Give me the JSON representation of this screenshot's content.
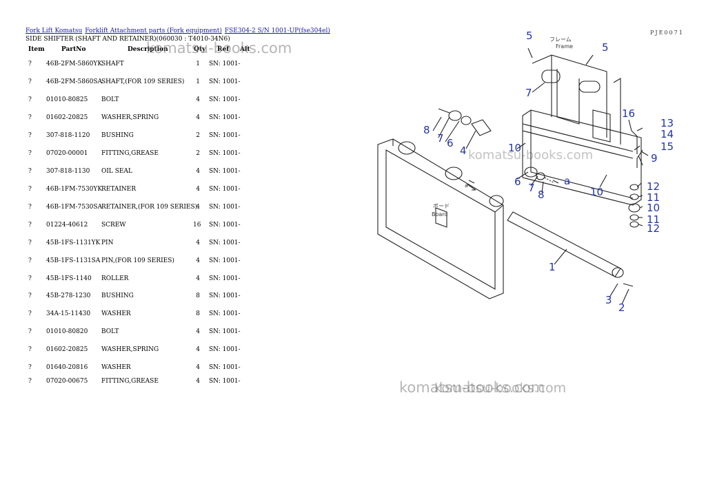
{
  "breadcrumb": {
    "link1": "Fork Lift Komatsu",
    "link2": "Forklift Attachment parts (Fork equipment)",
    "link3": "FSE304-2 S/N 1001-UP(fse304el)"
  },
  "page_title": "SIDE SHIFTER (SHAFT AND RETAINER)(060030 : T4010-34N6)",
  "table": {
    "headers": {
      "item": "Item",
      "partno": "PartNo",
      "desc": "Description",
      "qty": "Qty",
      "ref": "Ref",
      "alt": "Alt"
    },
    "rows": [
      {
        "item": "?",
        "partno": "46B-2FM-5860YK",
        "desc": "SHAFT",
        "qty": "1",
        "ref": "SN: 1001-"
      },
      {
        "item": "?",
        "partno": "46B-2FM-5860SA",
        "desc": "SHAFT,(FOR 109 SERIES)",
        "qty": "1",
        "ref": "SN: 1001-"
      },
      {
        "item": "?",
        "partno": "01010-80825",
        "desc": "BOLT",
        "qty": "4",
        "ref": "SN: 1001-"
      },
      {
        "item": "?",
        "partno": "01602-20825",
        "desc": "WASHER,SPRING",
        "qty": "4",
        "ref": "SN: 1001-"
      },
      {
        "item": "?",
        "partno": "307-818-1120",
        "desc": "BUSHING",
        "qty": "2",
        "ref": "SN: 1001-"
      },
      {
        "item": "?",
        "partno": "07020-00001",
        "desc": "FITTING,GREASE",
        "qty": "2",
        "ref": "SN: 1001-"
      },
      {
        "item": "?",
        "partno": "307-818-1130",
        "desc": "OIL SEAL",
        "qty": "4",
        "ref": "SN: 1001-"
      },
      {
        "item": "?",
        "partno": "46B-1FM-7530YK",
        "desc": "RETAINER",
        "qty": "4",
        "ref": "SN: 1001-"
      },
      {
        "item": "?",
        "partno": "46B-1FM-7530SA",
        "desc": "RETAINER,(FOR 109 SERIES)",
        "qty": "4",
        "ref": "SN: 1001-"
      },
      {
        "item": "?",
        "partno": "01224-40612",
        "desc": "SCREW",
        "qty": "16",
        "ref": "SN: 1001-"
      },
      {
        "item": "?",
        "partno": "45B-1FS-1131YK",
        "desc": "PIN",
        "qty": "4",
        "ref": "SN: 1001-"
      },
      {
        "item": "?",
        "partno": "45B-1FS-1131SA",
        "desc": "PIN,(FOR 109 SERIES)",
        "qty": "4",
        "ref": "SN: 1001-"
      },
      {
        "item": "?",
        "partno": "45B-1FS-1140",
        "desc": "ROLLER",
        "qty": "4",
        "ref": "SN: 1001-"
      },
      {
        "item": "?",
        "partno": "45B-278-1230",
        "desc": "BUSHING",
        "qty": "8",
        "ref": "SN: 1001-"
      },
      {
        "item": "?",
        "partno": "34A-15-11430",
        "desc": "WASHER",
        "qty": "8",
        "ref": "SN: 1001-"
      },
      {
        "item": "?",
        "partno": "01010-80820",
        "desc": "BOLT",
        "qty": "4",
        "ref": "SN: 1001-"
      },
      {
        "item": "?",
        "partno": "01602-20825",
        "desc": "WASHER,SPRING",
        "qty": "4",
        "ref": "SN: 1001-"
      },
      {
        "item": "?",
        "partno": "01640-20816",
        "desc": "WASHER",
        "qty": "4",
        "ref": "SN: 1001-"
      },
      {
        "item": "?",
        "partno": "07020-00675",
        "desc": "FITTING,GREASE",
        "qty": "4",
        "ref": "SN: 1001-"
      }
    ]
  },
  "watermarks": {
    "top": "komatsu-books.com",
    "mid": "komatsu-books.com",
    "bottom1": "komatsu-books.com",
    "bottom2": "komatsu-books.com"
  },
  "diagram": {
    "page_id": "PJE0071",
    "frame_jp": "フレーム",
    "frame_label": "Frame",
    "board_jp": "ボード",
    "board_label": "Board",
    "callout_a": "a",
    "callouts": [
      "5",
      "5",
      "7",
      "16",
      "13",
      "8",
      "7",
      "6",
      "4",
      "14",
      "15",
      "10",
      "9",
      "6",
      "7",
      "8",
      "a",
      "12",
      "11",
      "10",
      "10",
      "11",
      "12",
      "1",
      "3",
      "2"
    ],
    "accent_color": "#2233aa"
  }
}
